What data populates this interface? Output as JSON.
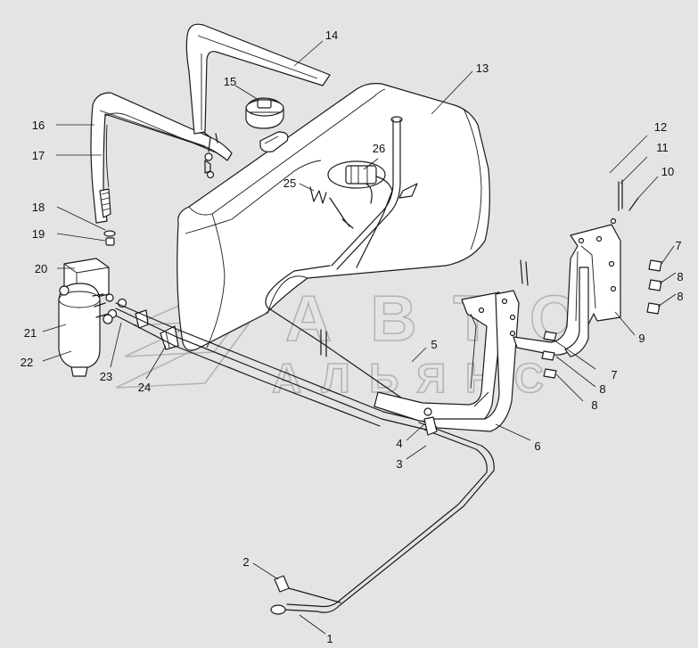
{
  "watermark": {
    "line1": "АВТО",
    "line2": "АЛЬЯНС"
  },
  "callouts": [
    "1",
    "2",
    "3",
    "4",
    "5",
    "6",
    "7",
    "7",
    "8",
    "8",
    "8",
    "8",
    "9",
    "10",
    "11",
    "12",
    "13",
    "14",
    "15",
    "16",
    "17",
    "18",
    "19",
    "20",
    "21",
    "22",
    "23",
    "24",
    "25",
    "26"
  ]
}
